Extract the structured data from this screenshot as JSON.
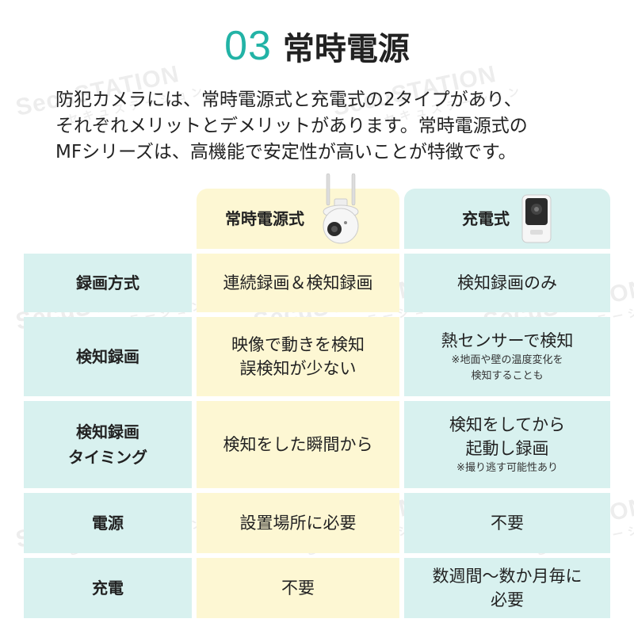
{
  "header": {
    "number": "03",
    "title": "常時電源"
  },
  "intro": {
    "lines": [
      "防犯カメラには、常時電源式と充電式の2タイプがあり、",
      "それぞれメリットとデメリットがあります。常時電源式の",
      "MFシリーズは、高機能で安定性が高いことが特徴です。"
    ]
  },
  "table": {
    "columns": {
      "a": {
        "label": "常時電源式",
        "icon": "ptz-camera-icon"
      },
      "b": {
        "label": "充電式",
        "icon": "battery-camera-icon"
      }
    },
    "rows": [
      {
        "label": "録画方式",
        "a": "連続録画＆検知録画",
        "b": "検知録画のみ"
      },
      {
        "label": "検知録画",
        "a_lines": [
          "映像で動きを検知",
          "誤検知が少ない"
        ],
        "b": "熱センサーで検知",
        "b_note": [
          "※地面や壁の温度変化を",
          "検知することも"
        ]
      },
      {
        "label_lines": [
          "検知録画",
          "タイミング"
        ],
        "a": "検知をした瞬間から",
        "b_lines": [
          "検知をしてから",
          "起動し録画"
        ],
        "b_note": "※撮り逃す可能性あり"
      },
      {
        "label": "電源",
        "a": "設置場所に必要",
        "b": "不要"
      },
      {
        "label": "充電",
        "a": "不要",
        "b_lines": [
          "数週間〜数か月毎に",
          "必要"
        ]
      }
    ]
  },
  "watermark": {
    "brand": "SecuSTATION",
    "sub": "セキュステーション"
  },
  "colors": {
    "accent": "#22b3a6",
    "label_bg": "#d8f1ef",
    "col_a_bg": "#fdf7d3",
    "col_b_bg": "#d8f1ef"
  }
}
